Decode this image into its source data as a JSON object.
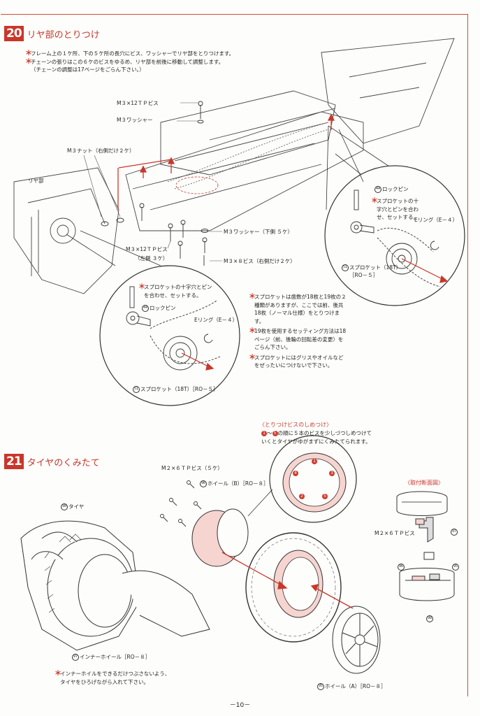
{
  "section20": {
    "number": "20",
    "title": "リヤ部のとりつけ",
    "notes": [
      "フレーム上の１ケ所、下の５ケ所の長穴にビス、ワッシャーでリヤ部をとりつけます。",
      "チェーンの張りはこの６ケのビスをゆるめ、リヤ部を前後に移動して調整します。",
      "（チェーンの調整は17ページをごらん下さい。）"
    ],
    "labels": {
      "tp_screw_top": "M３×12ＴＰビス",
      "washer_top": "M３ワッシャー",
      "nut": "M３ナット（右側だけ２ケ）",
      "rear": "リヤ部",
      "washer_bottom": "M３ワッシャー（下側 ５ケ）",
      "tp_screw_left_1": "M３×12ＴＰビス",
      "tp_screw_left_2": "（左側 ３ケ）",
      "screw_m3x8": "M３×８ビス（右側だけ２ケ）"
    },
    "detail_right": {
      "pin": "ロックピン",
      "pin_num": "44",
      "note": "スプロケットの十字穴とピンを合わせ、セットする。",
      "ering": "Eリング（E－４）",
      "sprocket": "スプロケット（18T）",
      "sprocket_num": "51",
      "sprocket_code": "［RO－５］"
    },
    "detail_left": {
      "note": "スプロケットの十字穴とピンを合わせ、セットする。",
      "pin": "ロックピン",
      "pin_num": "44",
      "ering": "Eリング（E－４）",
      "sprocket": "スプロケット（18T）［RO－５］",
      "sprocket_num": "51"
    },
    "side_notes": [
      "スプロケットは歯数が18枚と19枚の２種類がありますが、ここでは前、後共18枚（ノーマル仕様）をとりつけます。",
      "19枚を使用するセッティング方法は18ページ（前、後輪の回転差の変更）をごらん下さい。",
      "スプロケットにはグリスやオイルなどをぜったいにつけないで下さい。"
    ]
  },
  "section21": {
    "number": "21",
    "title": "タイヤのくみたて",
    "tighten_title": "〈とりつけビスのしめつけ〉",
    "tighten_text_1": "～",
    "tighten_text_2": "の順に５本のビスを少しづつしめつけて",
    "tighten_text_3": "いくとタイヤがゆがまずにくみたてられます。",
    "tighten_from": "1",
    "tighten_to": "5",
    "order_marks": [
      "1",
      "2",
      "3",
      "4",
      "5"
    ],
    "labels": {
      "screw": "M２×６ＴＰビス（５ケ）",
      "wheel_b": "ホイール（B）［RO－８］",
      "wheel_b_num": "96",
      "tire": "タイヤ",
      "tire_num": "98",
      "inner_wheel": "インナーホイール［RO－８］",
      "inner_wheel_num": "97",
      "wheel_a": "ホイール（A）［RO－８］",
      "wheel_a_num": "95",
      "section_view": "〈取付断面図〉",
      "section_screw": "M２×６ＴＰビス",
      "sv_97": "97",
      "sv_96": "96",
      "sv_95": "95",
      "sv_98": "98"
    },
    "hand_note_1": "インナーホイルをできるだけつぶさないよう、",
    "hand_note_2": "タイヤをひろげながら入れて下さい。"
  },
  "page_number": "－10－",
  "colors": {
    "accent": "#c9372a",
    "pink": "#efb5ad"
  }
}
